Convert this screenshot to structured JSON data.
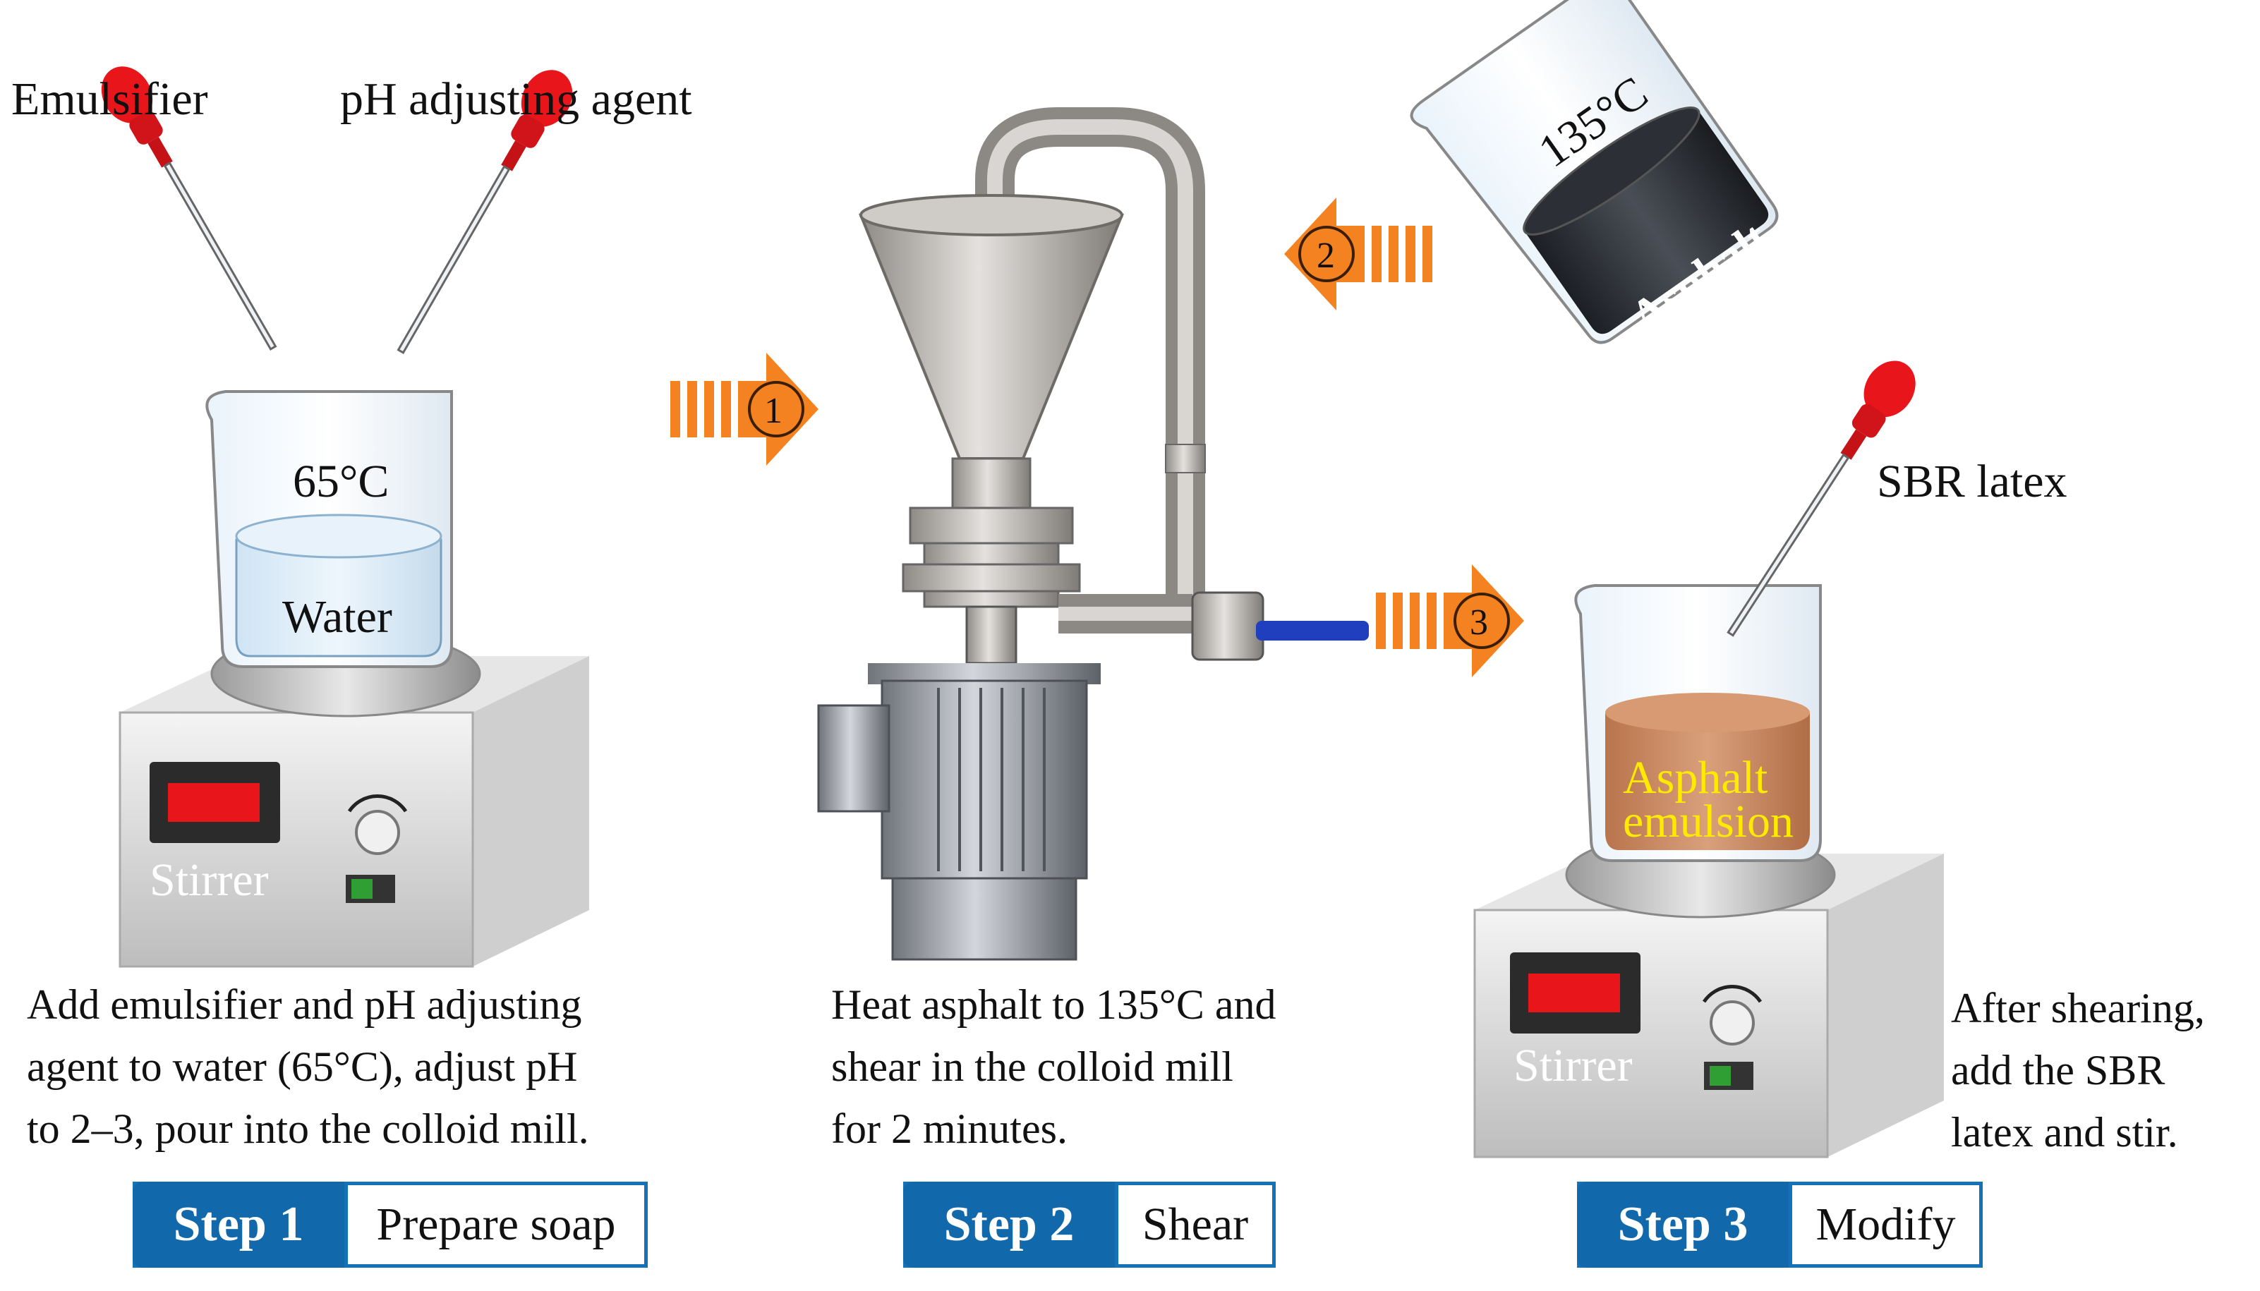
{
  "labels": {
    "emulsifier": "Emulsifier",
    "ph_agent": "pH adjusting agent",
    "water_temp": "65°C",
    "water": "Water",
    "stirrer1": "Stirrer",
    "asphalt_temp": "135°C",
    "asphalt": "Asphalt",
    "sbr": "SBR latex",
    "emulsion_line1": "Asphalt",
    "emulsion_line2": "emulsion",
    "stirrer3": "Stirrer",
    "arrow1": "1",
    "arrow2": "2",
    "arrow3": "3"
  },
  "descriptions": {
    "step1": "Add emulsifier and pH adjusting\nagent to water (65°C), adjust pH\nto 2–3,  pour into the colloid mill.",
    "step2": "Heat asphalt to 135°C and\nshear in the colloid mill\nfor 2 minutes.",
    "step3": "After shearing,\nadd the SBR\nlatex and stir."
  },
  "steps": [
    {
      "number": "Step 1",
      "name": "Prepare soap"
    },
    {
      "number": "Step 2",
      "name": "Shear"
    },
    {
      "number": "Step 3",
      "name": "Modify"
    }
  ],
  "colors": {
    "step_blue": "#1169ac",
    "arrow_orange": "#f58220",
    "dropper_red": "#e8161b",
    "emulsion_brown": "#c98a62",
    "emulsion_text": "#ffea00",
    "display_red": "#e8161b",
    "switch_green": "#2f9e33"
  }
}
